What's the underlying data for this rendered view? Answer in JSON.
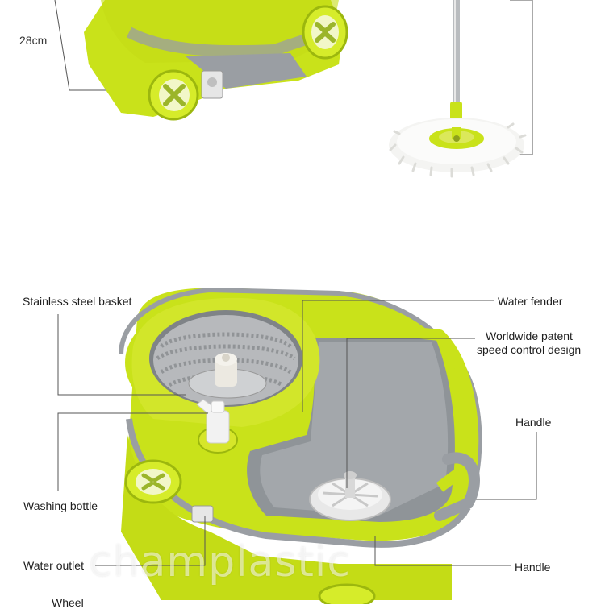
{
  "colors": {
    "bucket_green": "#c9e21a",
    "bucket_green_dark": "#9cb70e",
    "bucket_grey": "#9a9ea3",
    "steel": "#b7b9bc",
    "line": "#555555"
  },
  "dimensions": {
    "height_label": "28cm"
  },
  "labels": {
    "stainless_steel_basket": "Stainless steel basket",
    "water_fender": "Water fender",
    "speed_control_line1": "Worldwide patent",
    "speed_control_line2": "speed control design",
    "handle_1": "Handle",
    "washing_bottle": "Washing bottle",
    "water_outlet": "Water outlet",
    "handle_2": "Handle",
    "wheel": "Wheel"
  },
  "watermark": {
    "text": "champlastic"
  }
}
